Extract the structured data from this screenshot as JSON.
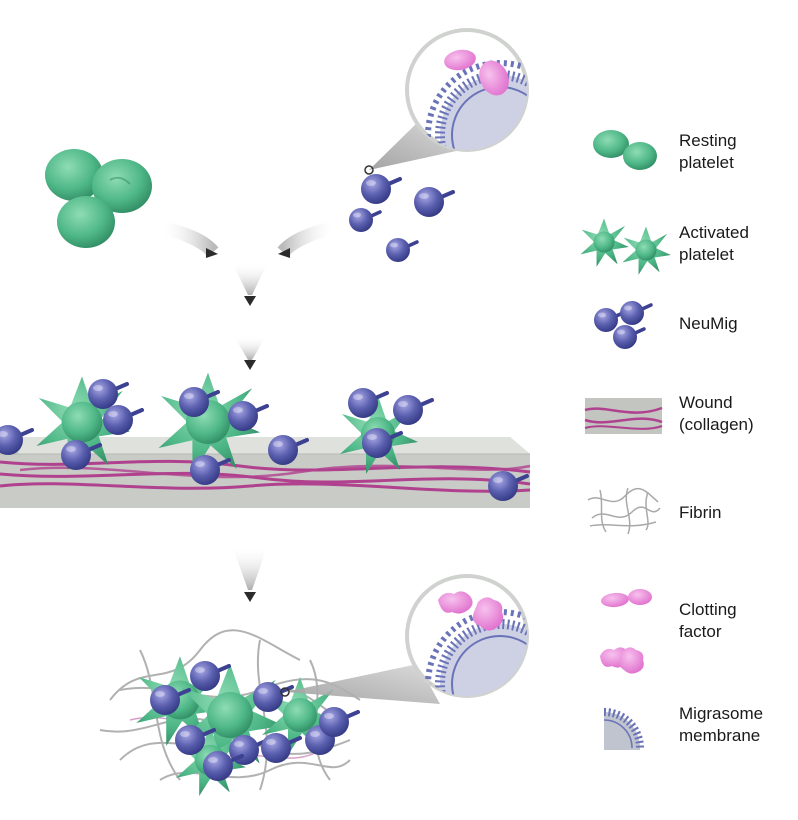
{
  "legend": {
    "resting_platelet": "Resting\nplatelet",
    "activated_platelet": "Activated\nplatelet",
    "neumig": "NeuMig",
    "wound": "Wound\n(collagen)",
    "fibrin": "Fibrin",
    "clotting_factor": "Clotting\nfactor",
    "migrasome_membrane": "Migrasome\nmembrane"
  },
  "colors": {
    "platelet_green": "#4fb888",
    "platelet_dark": "#2f9a6c",
    "neumig_purple": "#5a5fae",
    "neumig_dark": "#3d4191",
    "collagen": "#b0418f",
    "wound_gray": "#c9cbc6",
    "clotting_pink": "#e97fd6",
    "membrane_blue": "#6a73b8",
    "fibrin_gray": "#a9a9a9",
    "arrow": "#2b2b2b"
  }
}
